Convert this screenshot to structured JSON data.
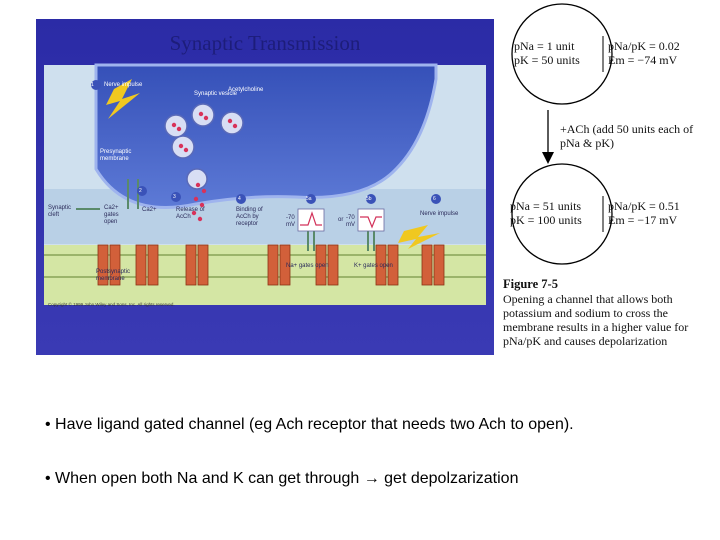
{
  "figure_left": {
    "title": "Synaptic Transmission",
    "labels": {
      "nerve_impulse_in": "Nerve impulse",
      "synaptic_vesicle": "Synaptic vesicle",
      "acetylcholine": "Acetylcholine",
      "presynaptic_membrane": "Presynaptic membrane",
      "synaptic_cleft": "Synaptic cleft",
      "ca_gates_open": "Ca2+ gates open",
      "ca_ion": "Ca2+",
      "release_ach": "Release of AcCh",
      "binding_ach": "Binding of AcCh by receptor",
      "mv_1": "-70 mV",
      "or": "or",
      "mv_2": "-70 mV",
      "nerve_impulse_out": "Nerve impulse",
      "na_gates_open": "Na+ gates open",
      "k_gates_open": "K+ gates open",
      "postsynaptic_membrane": "Postsynaptic membrane",
      "copyright": "Copyright © 1999 John Wiley and Sons, Inc. All rights reserved."
    },
    "step_numbers": [
      "1",
      "2",
      "3",
      "4",
      "5a",
      "5b",
      "6"
    ]
  },
  "figure_right": {
    "top_circle": {
      "row1_left": "pNa = 1 unit",
      "row1_right": "pNa/pK = 0.02",
      "row2_left": "pK = 50 units",
      "row2_right": "Em = −74 mV"
    },
    "arrow_text": "+ACh (add 50 units each of pNa & pK)",
    "bottom_circle": {
      "row1_left": "pNa = 51 units",
      "row1_right": "pNa/pK = 0.51",
      "row2_left": "pK = 100 units",
      "row2_right": "Em = −17 mV"
    },
    "caption_title": "Figure 7-5",
    "caption_body": "Opening a channel that allows both potassium and sodium to cross the membrane results in a higher value for pNa/pK and causes depolarization"
  },
  "bullets": [
    "• Have ligand gated channel (eg Ach receptor that needs two Ach to open).",
    "• When open both Na and K can get through → get depolzarization"
  ],
  "colors": {
    "figure_background": "#2c2ca0",
    "neuron_terminal": "#4b64c8",
    "cleft": "#bcd2e6",
    "postsynaptic_band": "#d2e4a0",
    "receptor_channels": "#d2603a"
  }
}
